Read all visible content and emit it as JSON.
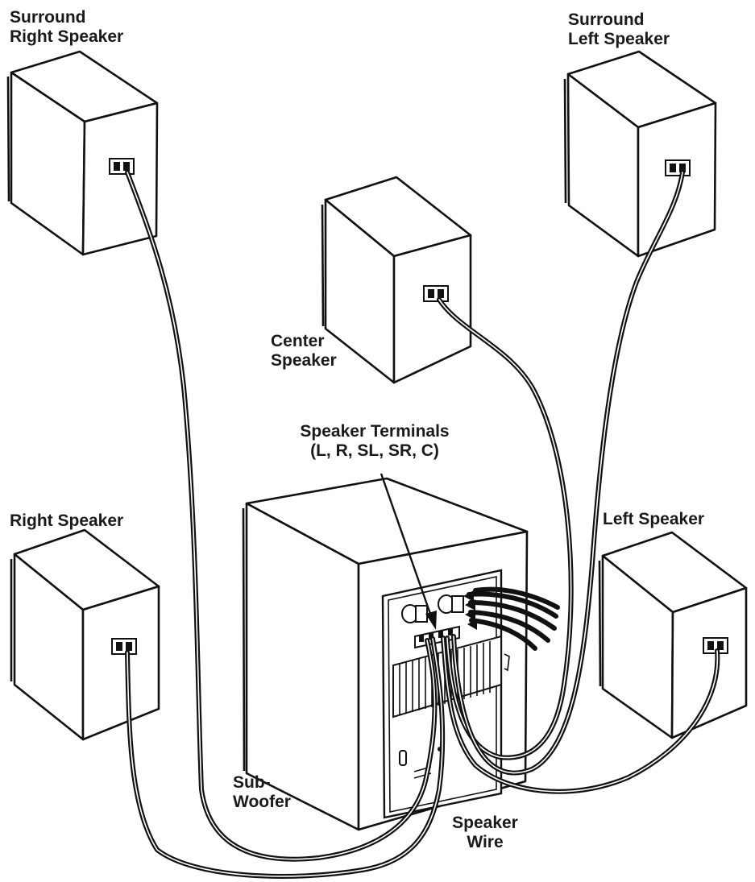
{
  "labels": {
    "surround_right": [
      "Surround",
      "Right Speaker"
    ],
    "surround_left": [
      "Surround",
      "Left Speaker"
    ],
    "center": [
      "Center",
      "Speaker"
    ],
    "terminals": [
      "Speaker Terminals",
      "(L, R, SL, SR, C)"
    ],
    "right": "Right Speaker",
    "left": "Left Speaker",
    "subwoofer": [
      "Sub-",
      "Woofer"
    ],
    "wire": [
      "Speaker",
      "Wire"
    ]
  }
}
